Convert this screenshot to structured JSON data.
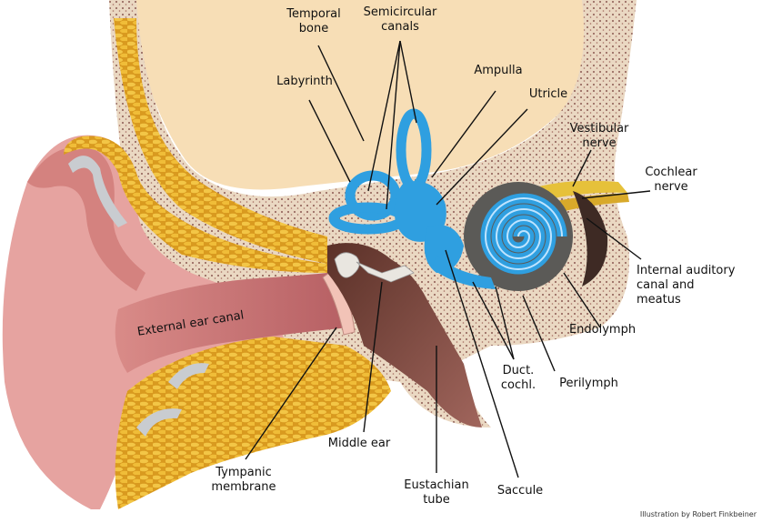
{
  "labels": {
    "temporal_bone": "Temporal\nbone",
    "semicircular_canals": "Semicircular\ncanals",
    "labyrinth": "Labyrinth",
    "ampulla": "Ampulla",
    "utricle": "Utricle",
    "vestibular_nerve": "Vestibular\nnerve",
    "cochlear_nerve": "Cochlear\nnerve",
    "internal_auditory": "Internal auditory\ncanal and\nmeatus",
    "endolymph": "Endolymph",
    "perilymph": "Perilymph",
    "duct_cochl": "Duct.\ncochl.",
    "saccule": "Saccule",
    "eustachian_tube": "Eustachian\ntube",
    "middle_ear": "Middle ear",
    "tympanic_membrane": "Tympanic\nmembrane",
    "external_ear_canal": "External ear canal"
  },
  "credit": "Illustration by Robert Finkbeiner",
  "colors": {
    "skin": "#e6a3a0",
    "skin_dark": "#c8736f",
    "bone": "#efdfc4",
    "bone_spot": "#8b5a52",
    "fat": "#e9b43a",
    "brain": "#f7deb6",
    "labyrinth_blue": "#2f9fe0",
    "cavity": "#4b2b25",
    "nerve": "#e6c13a"
  }
}
